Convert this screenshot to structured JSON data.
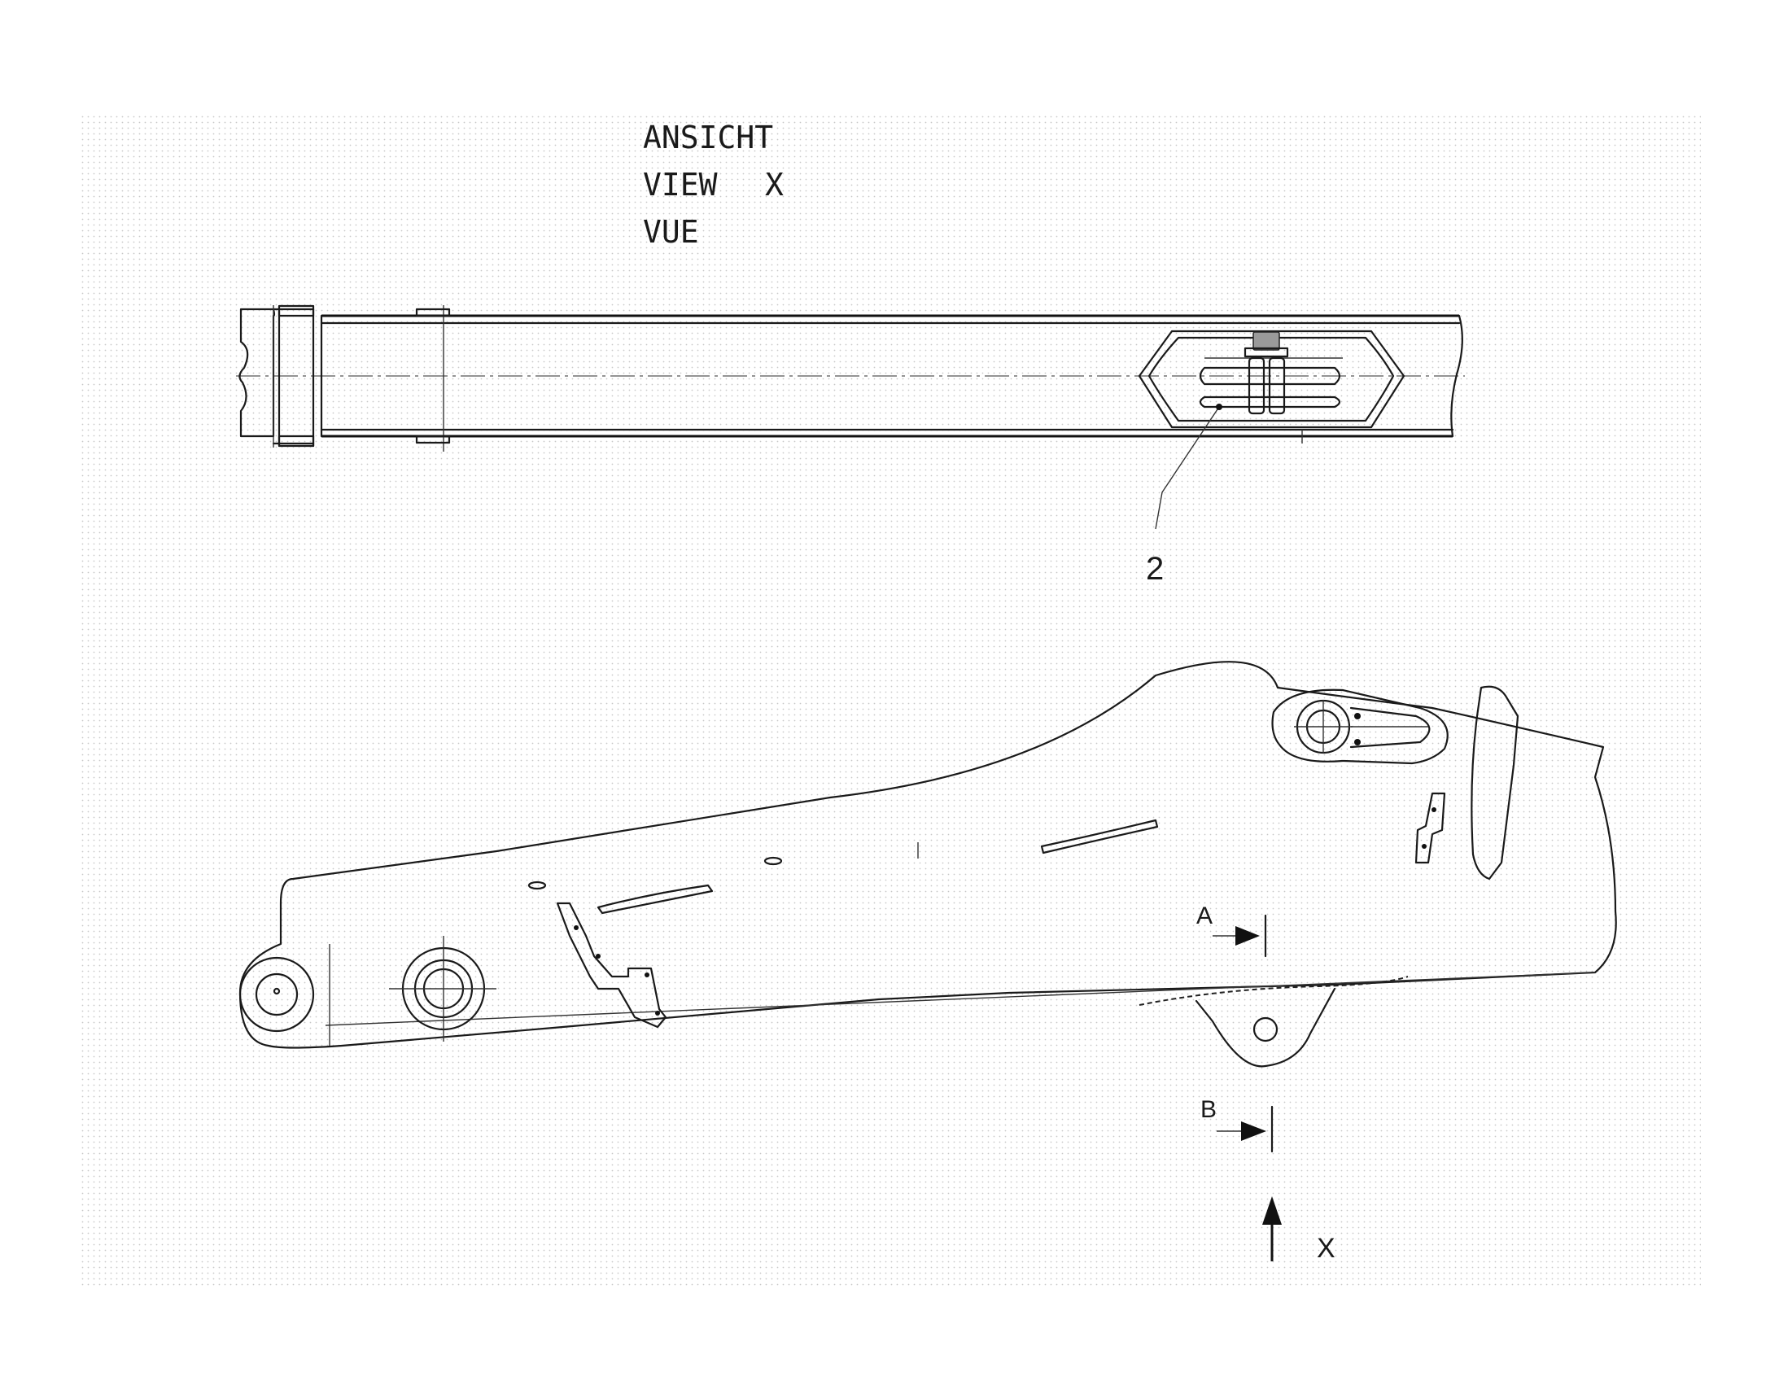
{
  "view_title": {
    "line1": "ANSICHT",
    "line2": "VIEW",
    "line3": "VUE",
    "view_letter": "X"
  },
  "callouts": {
    "part_number": "2",
    "section_a": "A",
    "section_b": "B",
    "view_arrow_label": "X"
  },
  "colors": {
    "line": "#1a1a1a",
    "dot_pattern": "#c8c8c8"
  }
}
